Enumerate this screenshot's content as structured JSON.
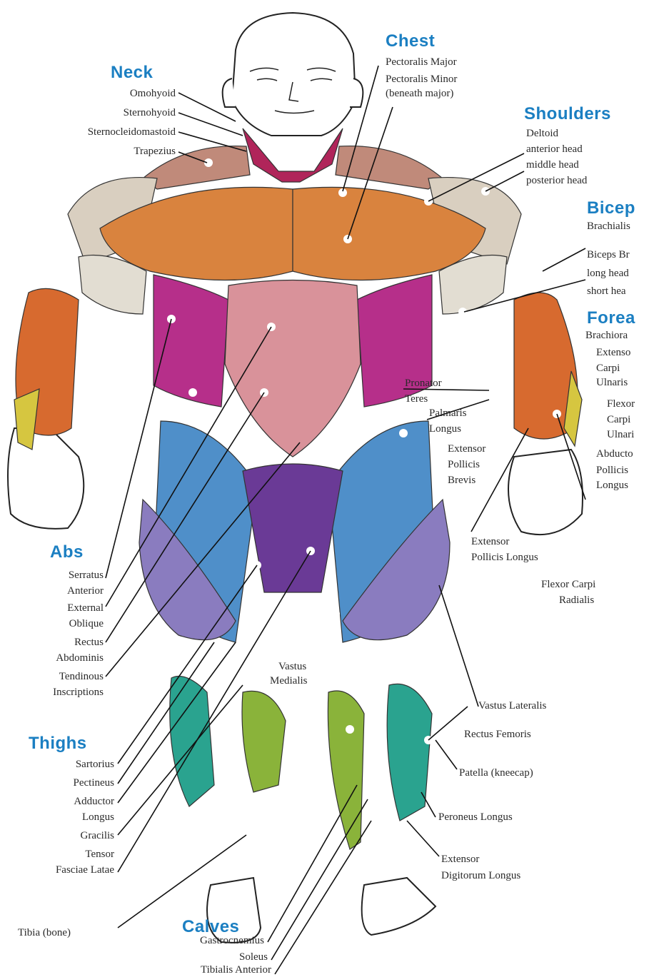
{
  "colors": {
    "heading": "#1b7fc2",
    "label_text": "#2a2a2a",
    "leader_line": "#111111"
  },
  "groups": {
    "neck": {
      "title": "Neck",
      "labels": [
        "Omohyoid",
        "Sternohyoid",
        "Sternocleidomastoid",
        "Trapezius"
      ]
    },
    "chest": {
      "title": "Chest",
      "labels": [
        "Pectoralis Major",
        "Pectoralis Minor",
        "(beneath major)"
      ]
    },
    "shoulders": {
      "title": "Shoulders",
      "labels": [
        "Deltoid",
        "anterior head",
        "middle head",
        "posterior head"
      ]
    },
    "biceps": {
      "title": "Bicep",
      "labels": [
        "Brachialis",
        "Biceps Br",
        "long head",
        "short hea"
      ]
    },
    "forearms": {
      "title": "Forea",
      "labels": [
        "Brachiora",
        "Extenso",
        "Carpi",
        "Ulnaris",
        "Flexor",
        "Carpi",
        "Ulnari",
        "Abducto",
        "Pollicis",
        "Longus"
      ]
    },
    "forearm_inner": {
      "labels": [
        "Pronator",
        "Teres",
        "Palmaris",
        "Longus",
        "Extensor",
        "Pollicis",
        "Brevis",
        "Extensor",
        "Pollicis Longus",
        "Flexor Carpi",
        "Radialis"
      ]
    },
    "abs": {
      "title": "Abs",
      "labels": [
        "Serratus",
        "Anterior",
        "External",
        "Oblique",
        "Rectus",
        "Abdominis",
        "Tendinous",
        "Inscriptions"
      ]
    },
    "thighs": {
      "title": "Thighs",
      "labels": [
        "Sartorius",
        "Pectineus",
        "Adductor",
        "Longus",
        "Gracilis",
        "Tensor",
        "Fasciae Latae"
      ]
    },
    "thigh_right": {
      "labels": [
        "Vastus",
        "Medialis",
        "Vastus Lateralis",
        "Rectus Femoris",
        "Patella (kneecap)"
      ]
    },
    "lower_leg": {
      "labels": [
        "Peroneus Longus",
        "Extensor",
        "Digitorum Longus",
        "Tibia (bone)"
      ]
    },
    "calves": {
      "title": "Calves",
      "labels": [
        "Gastrocnemius",
        "Soleus",
        "Tibialis Anterior"
      ]
    }
  }
}
